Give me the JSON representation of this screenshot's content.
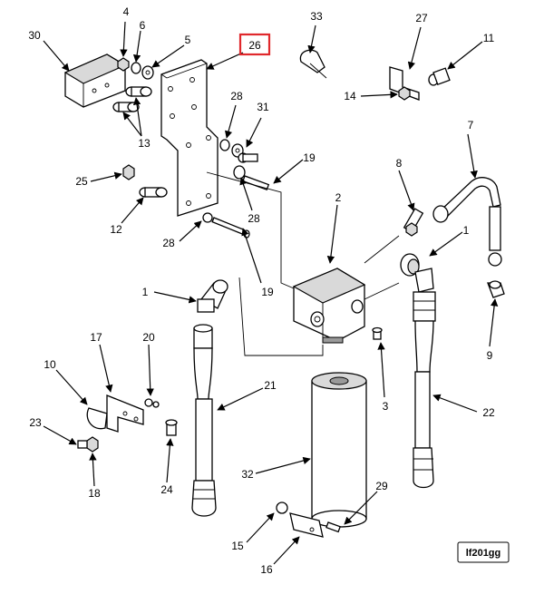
{
  "callouts": {
    "c4": "4",
    "c6": "6",
    "c5": "5",
    "c30": "30",
    "c26": "26",
    "c33": "33",
    "c27": "27",
    "c11": "11",
    "c14": "14",
    "c13": "13",
    "c28a": "28",
    "c31": "31",
    "c7": "7",
    "c19a": "19",
    "c8": "8",
    "c25": "25",
    "c12": "12",
    "c28b": "28",
    "c2": "2",
    "c28c": "28",
    "c1a": "1",
    "c1b": "1",
    "c19b": "19",
    "c9": "9",
    "c17": "17",
    "c20": "20",
    "c10": "10",
    "c21": "21",
    "c3": "3",
    "c22": "22",
    "c23": "23",
    "c24": "24",
    "c18": "18",
    "c32": "32",
    "c29": "29",
    "c15": "15",
    "c16": "16"
  },
  "highlighted_callout": "26",
  "highlight_color": "#e0282c",
  "figure_tag": "lf201gg"
}
